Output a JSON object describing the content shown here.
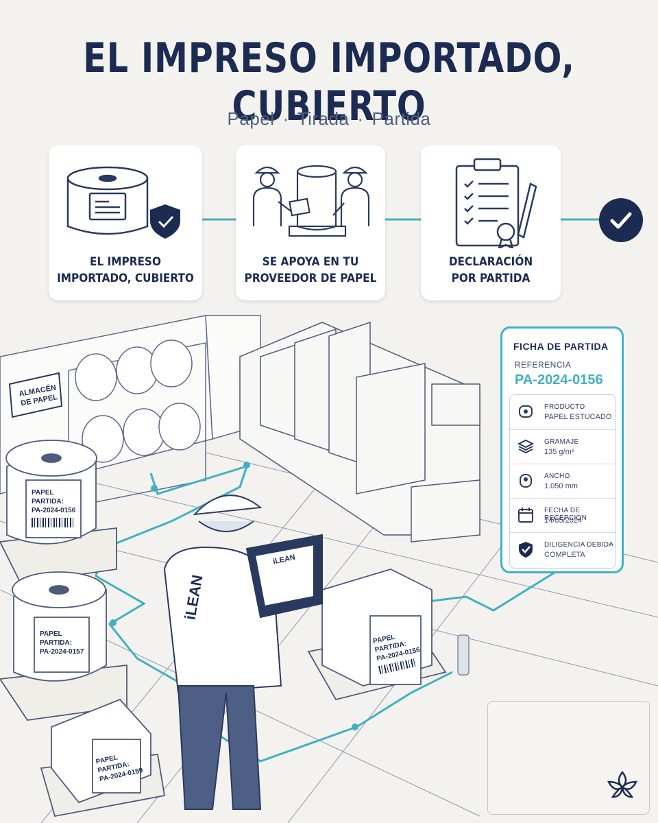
{
  "header": {
    "title": "EL IMPRESO IMPORTADO, CUBIERTO",
    "subtitle": [
      "Papel",
      "Tirada",
      "Partida"
    ],
    "subtitle_sep": "·"
  },
  "steps": [
    {
      "label": "EL IMPRESO\nIMPORTADO, CUBIERTO",
      "icon": "paper-roll-shield-icon"
    },
    {
      "label": "SE APOYA EN TU\nPROVEEDOR DE PAPEL",
      "icon": "workers-handshake-icon"
    },
    {
      "label": "DECLARACIÓN\nPOR PARTIDA",
      "icon": "clipboard-checklist-icon"
    }
  ],
  "final_icon": "checkmark-circle-icon",
  "scene": {
    "warehouse_sign": [
      "ALMACÉN",
      "DE PAPEL"
    ],
    "roll1": {
      "line1": "PAPEL",
      "line2": "PARTIDA:",
      "line3": "PA-2024-0156"
    },
    "roll2": {
      "line1": "PAPEL",
      "line2": "PARTIDA:",
      "line3": "PA-2024-0157"
    },
    "pallet_center": {
      "line1": "PAPEL",
      "line2": "PARTIDA:",
      "line3": "PA-2024-0156"
    },
    "pallet_left": {
      "line1": "PAPEL",
      "line2": "PARTIDA:",
      "line3": "PA-2024-0159"
    },
    "vest_brand": "iLEAN",
    "tablet_brand": "iLEAN"
  },
  "ficha": {
    "title": "FICHA DE PARTIDA",
    "ref_label": "REFERENCIA",
    "ref_value": "PA-2024-0156",
    "rows": [
      {
        "key": "PRODUCTO",
        "value": "PAPEL ESTUCADO",
        "icon": "paper-roll-icon"
      },
      {
        "key": "GRAMAJE",
        "value": "135 g/m²",
        "icon": "layers-icon"
      },
      {
        "key": "ANCHO",
        "value": "1.050 mm",
        "icon": "roll-width-icon"
      },
      {
        "key": "FECHA DE RECEPCIÓN",
        "value": "14/05/2024",
        "icon": "calendar-icon"
      },
      {
        "key": "DILIGENCIA DEBIDA",
        "value": "COMPLETA",
        "icon": "shield-check-icon"
      }
    ]
  },
  "colors": {
    "navy": "#1b2b52",
    "teal": "#3fb1c2",
    "background": "#f4f2ee"
  }
}
